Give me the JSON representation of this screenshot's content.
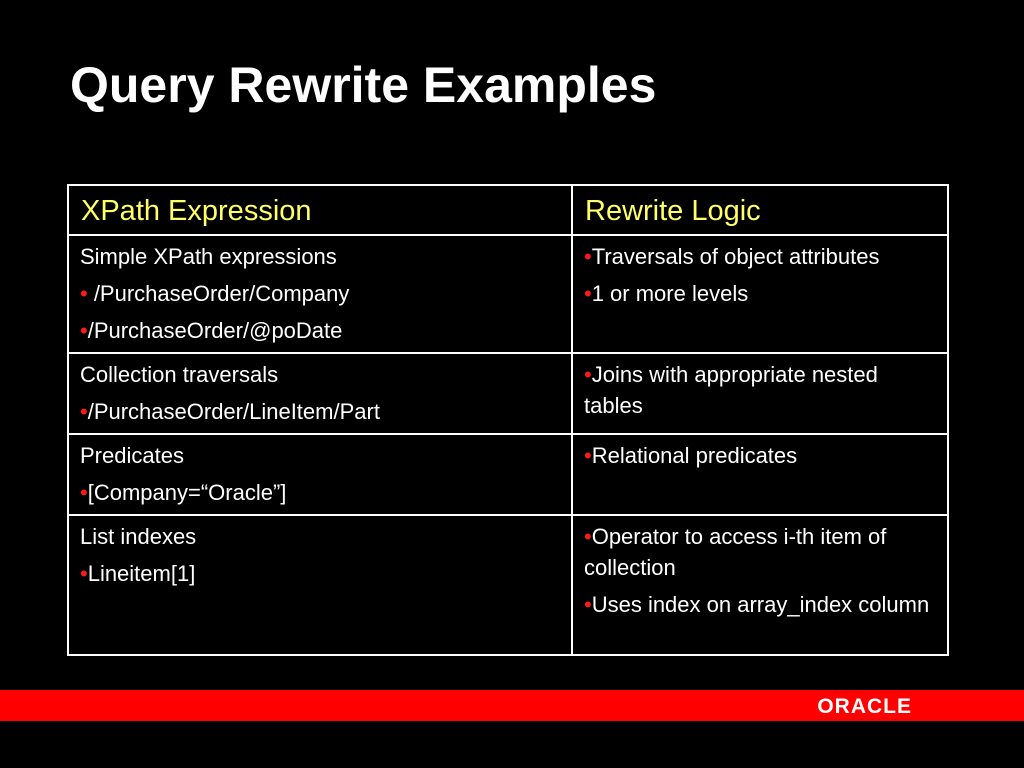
{
  "slide": {
    "title": "Query Rewrite Examples"
  },
  "table": {
    "headers": [
      "XPath Expression",
      "Rewrite Logic"
    ],
    "rows": [
      {
        "left": [
          {
            "bullet": "",
            "text": "Simple XPath expressions"
          },
          {
            "bullet": "•",
            "text": " /PurchaseOrder/Company"
          },
          {
            "bullet": "•",
            "text": "/PurchaseOrder/@poDate"
          }
        ],
        "right": [
          {
            "bullet": "•",
            "text": "Traversals of object attributes"
          },
          {
            "bullet": "•",
            "text": "1 or more levels"
          }
        ]
      },
      {
        "left": [
          {
            "bullet": "",
            "text": "Collection traversals"
          },
          {
            "bullet": "•",
            "text": "/PurchaseOrder/LineItem/Part"
          }
        ],
        "right": [
          {
            "bullet": "•",
            "text": "Joins with appropriate nested tables"
          }
        ]
      },
      {
        "left": [
          {
            "bullet": "",
            "text": "Predicates"
          },
          {
            "bullet": "•",
            "text": "[Company=“Oracle”]"
          }
        ],
        "right": [
          {
            "bullet": "•",
            "text": "Relational predicates"
          }
        ]
      },
      {
        "left": [
          {
            "bullet": "",
            "text": "List indexes"
          },
          {
            "bullet": "•",
            "text": "Lineitem[1]"
          }
        ],
        "right": [
          {
            "bullet": "•",
            "text": "Operator to access i-th item of collection"
          },
          {
            "bullet": "•",
            "text": "Uses index on array_index column"
          }
        ]
      }
    ]
  },
  "branding": {
    "logo_text": "ORACLE",
    "bar_color": "#ff0000",
    "bullet_color": "#ff1a1a",
    "header_color": "#ffff66"
  }
}
